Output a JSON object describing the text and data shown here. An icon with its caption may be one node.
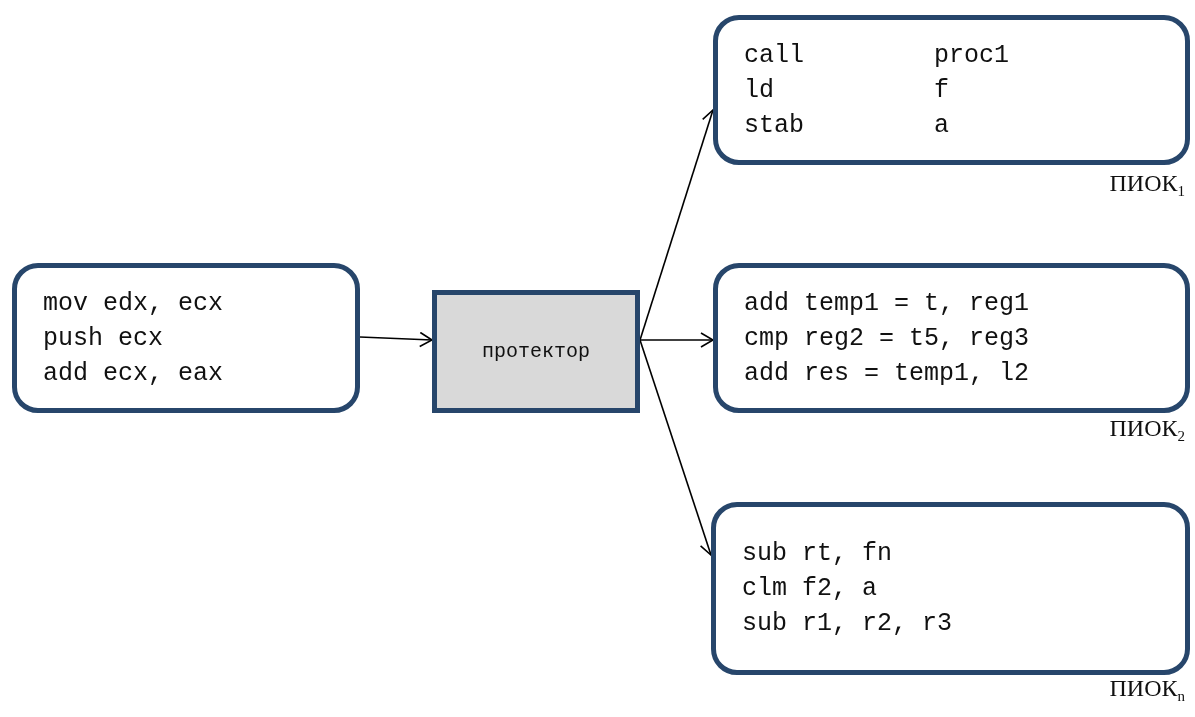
{
  "diagram": {
    "nodes": [
      {
        "text": [
          "mov edx, ecx",
          "push ecx",
          "add ecx, eax"
        ]
      },
      {
        "text": [
          "протектор"
        ]
      },
      {
        "text": [
          "call",
          "proc1",
          "ld",
          "f",
          "stab",
          "a"
        ],
        "beside": [
          "ПИОК$_{1}$"
        ]
      },
      {
        "text": [
          "add temp1 = t, reg1",
          "cmp reg2 = t5, reg3",
          "add res = temp1, l2"
        ],
        "beside": [
          "ПИОК$_{2}$"
        ]
      },
      {
        "text": [
          "sub rt, fn",
          "clm f2, a",
          "sub r1, r2, r3"
        ],
        "beside": [
          "ПИОК$_{n}$"
        ]
      }
    ],
    "edges": [
      {
        "from": 0,
        "to": 1,
        "arrow": "to"
      },
      {
        "from": 1,
        "to": 2,
        "arrow": "to"
      },
      {
        "from": 1,
        "to": 3,
        "arrow": "to"
      },
      {
        "from": 1,
        "to": 4,
        "arrow": "to"
      }
    ]
  }
}
